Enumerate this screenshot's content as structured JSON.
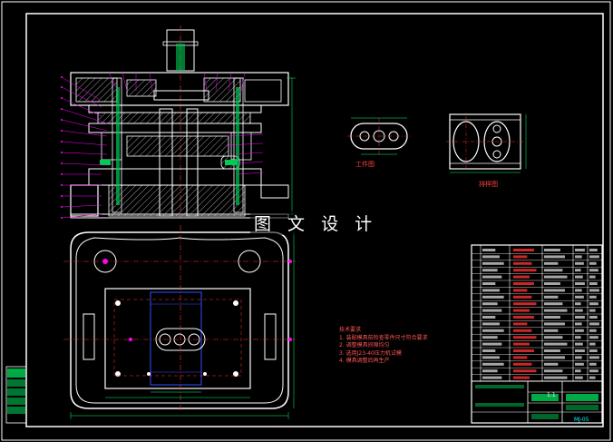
{
  "watermark": "图 文 设 计",
  "labels": {
    "workpiece": "工件图",
    "strip": "排样图",
    "drawing_no": "MJ-05",
    "scale": "1:1"
  },
  "notes": {
    "title": "技术要求",
    "items": [
      "1. 装配模具前检查零件尺寸符合要求",
      "2. 调整模具间隙均匀",
      "3. 选用J23-40压力机试模",
      "4. 模具调整后再生产"
    ]
  },
  "colors": {
    "background": "#000000",
    "frame": "#ffffff",
    "center_lines": "#ff3030",
    "dimensions": "#00ff66",
    "hidden_lines": "#3050ff",
    "leaders": "#ff00ff"
  }
}
